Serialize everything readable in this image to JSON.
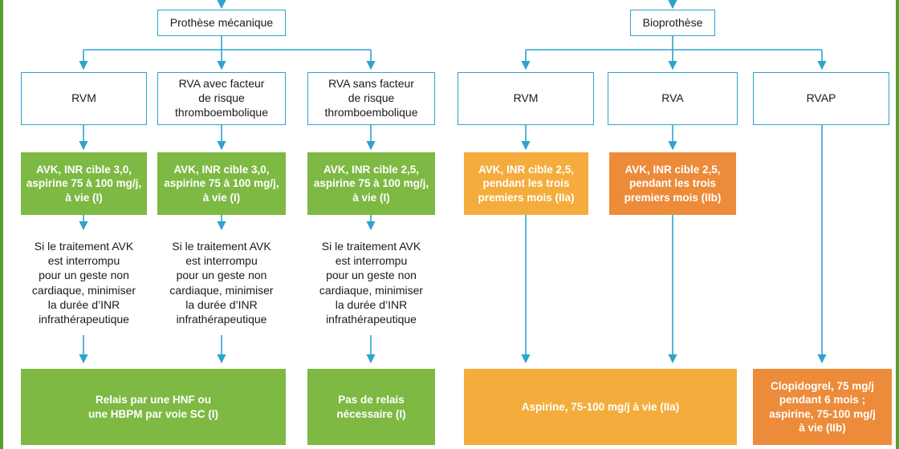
{
  "colors": {
    "frame": "#5a9e2f",
    "line": "#2ea3cd",
    "green": "#7db943",
    "yellow": "#f4ad3d",
    "orange": "#ec8b3a"
  },
  "categories": {
    "mechanical": "Prothèse mécanique",
    "bio": "Bioprothèse"
  },
  "valve_types": {
    "mech_rvm": "RVM",
    "mech_rva_risk": "RVA avec facteur\nde risque\nthromboembolique",
    "mech_rva_norisk": "RVA sans facteur\nde risque\nthromboembolique",
    "bio_rvm": "RVM",
    "bio_rva": "RVA",
    "bio_rvap": "RVAP"
  },
  "treatments": {
    "mech_rvm": "AVK, INR cible 3,0,\naspirine 75 à 100 mg/j,\nà vie (I)",
    "mech_rva_risk": "AVK, INR cible 3,0,\naspirine 75 à 100 mg/j,\nà vie (I)",
    "mech_rva_norisk": "AVK, INR cible 2,5,\naspirine 75 à 100 mg/j,\nà vie (I)",
    "bio_rvm": "AVK, INR cible 2,5,\npendant les trois\npremiers mois (IIa)",
    "bio_rva": "AVK, INR cible 2,5,\npendant les trois\npremiers mois (IIb)"
  },
  "notes": {
    "mech_rvm": "Si le traitement AVK\nest interrompu\npour un geste non\ncardiaque, minimiser\nla durée d’INR\ninfrathérapeutique",
    "mech_rva_risk": "Si le traitement AVK\nest interrompu\npour un geste non\ncardiaque, minimiser\nla durée d’INR\ninfrathérapeutique",
    "mech_rva_norisk": "Si le traitement AVK\nest interrompu\npour un geste non\ncardiaque, minimiser\nla durée d’INR\ninfrathérapeutique"
  },
  "outcomes": {
    "relais_hnf": "Relais par une HNF ou\nune HBPM par voie SC (I)",
    "pas_de_relais": "Pas de relais\nnécessaire (I)",
    "aspirine": "Aspirine, 75-100 mg/j à vie (IIa)",
    "clopidogrel": "Clopidogrel, 75 mg/j\npendant 6 mois ;\naspirine, 75-100 mg/j\nà vie (IIb)"
  }
}
